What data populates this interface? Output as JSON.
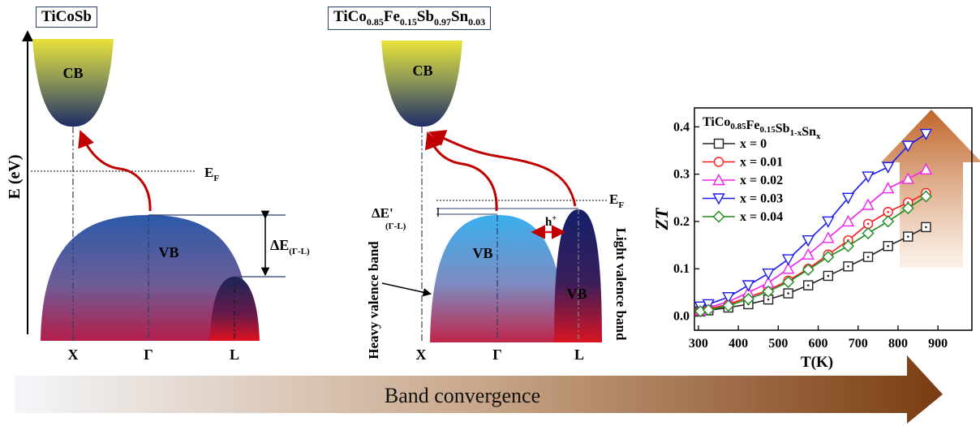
{
  "panel1": {
    "title": "TiCoSb",
    "cb_label": "CB",
    "vb_label": "VB",
    "energy_axis_label": "E (eV)",
    "fermi_label": "E",
    "fermi_sub": "F",
    "delta_label": "ΔE",
    "delta_sub": "(Γ-L)",
    "k_labels": [
      "X",
      "Γ",
      "L"
    ]
  },
  "panel2": {
    "title_parts": [
      {
        "text": "TiCo",
        "sub": "0.85"
      },
      {
        "text": "Fe",
        "sub": "0.15"
      },
      {
        "text": "Sb",
        "sub": "0.97"
      },
      {
        "text": "Sn",
        "sub": "0.03"
      }
    ],
    "cb_label": "CB",
    "vb_label": "VB",
    "vb2_label": "VB",
    "fermi_label": "E",
    "fermi_sub": "F",
    "delta_label": "ΔE'",
    "delta_sub": "(Γ-L)",
    "hole_label": "h",
    "hole_sup": "+",
    "heavy_label": "Heavy valence band",
    "light_label": "Light valence band",
    "k_labels": [
      "X",
      "Γ",
      "L"
    ]
  },
  "chart_data": {
    "type": "line",
    "legend_title_parts": [
      {
        "text": "TiCo",
        "sub": "0.85"
      },
      {
        "text": "Fe",
        "sub": "0.15"
      },
      {
        "text": "Sb",
        "sub": "1-x"
      },
      {
        "text": "Sn",
        "sub": "x"
      }
    ],
    "xlabel": "T(K)",
    "ylabel": "ZT",
    "xlim": [
      290,
      985
    ],
    "ylim": [
      -0.03,
      0.44
    ],
    "xticks": [
      300,
      400,
      500,
      600,
      700,
      800,
      900
    ],
    "yticks": [
      0.0,
      0.1,
      0.2,
      0.3,
      0.4
    ],
    "x": [
      305,
      325,
      375,
      425,
      475,
      525,
      575,
      625,
      675,
      725,
      775,
      825,
      870
    ],
    "series": [
      {
        "name": "x = 0",
        "color": "#222222",
        "marker": "square",
        "values": [
          0.01,
          0.012,
          0.018,
          0.025,
          0.035,
          0.048,
          0.065,
          0.085,
          0.105,
          0.125,
          0.148,
          0.168,
          0.188
        ]
      },
      {
        "name": "x = 0.01",
        "color": "#ff1a1a",
        "marker": "circle",
        "values": [
          0.01,
          0.015,
          0.025,
          0.04,
          0.055,
          0.075,
          0.1,
          0.13,
          0.16,
          0.195,
          0.22,
          0.24,
          0.26
        ]
      },
      {
        "name": "x = 0.02",
        "color": "#ee22ee",
        "marker": "triangle-up",
        "values": [
          0.012,
          0.018,
          0.03,
          0.05,
          0.07,
          0.1,
          0.13,
          0.165,
          0.2,
          0.235,
          0.27,
          0.29,
          0.31
        ]
      },
      {
        "name": "x = 0.03",
        "color": "#1a1aee",
        "marker": "triangle-down",
        "values": [
          0.02,
          0.025,
          0.04,
          0.065,
          0.09,
          0.12,
          0.16,
          0.2,
          0.25,
          0.295,
          0.315,
          0.36,
          0.385
        ]
      },
      {
        "name": "x = 0.04",
        "color": "#1e8a1e",
        "marker": "diamond",
        "values": [
          0.01,
          0.013,
          0.022,
          0.036,
          0.052,
          0.072,
          0.098,
          0.125,
          0.148,
          0.175,
          0.2,
          0.228,
          0.253
        ]
      }
    ]
  },
  "bottom_arrow_label": "Band convergence",
  "colors": {
    "band_arrow": "#c00000",
    "frame": "#2b3f6b",
    "arrow_brown": "#7a3c10"
  }
}
